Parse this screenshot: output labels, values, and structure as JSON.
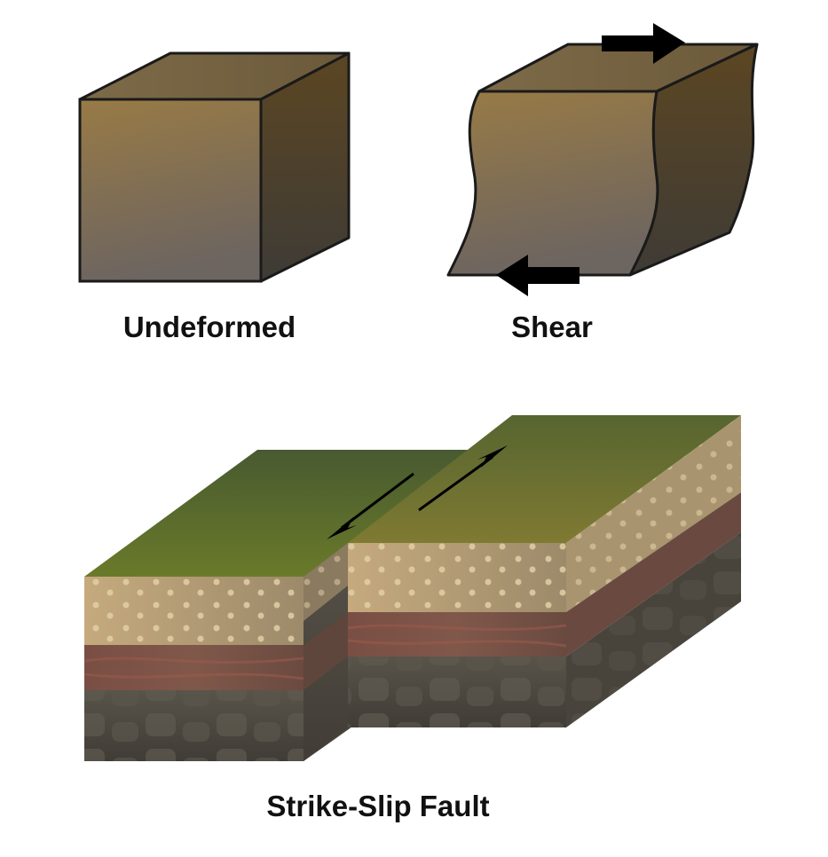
{
  "labels": {
    "undeformed": "Undeformed",
    "shear": "Shear",
    "strike_slip": "Strike-Slip Fault"
  },
  "colors": {
    "cube_front_top": "#987a45",
    "cube_front_bottom": "#6d6560",
    "cube_side": "#4c3f2c",
    "grass": "#5e6b2e",
    "sand": "#c4a87c",
    "red_layer": "#7a5046",
    "rock": "#4e4a42"
  }
}
